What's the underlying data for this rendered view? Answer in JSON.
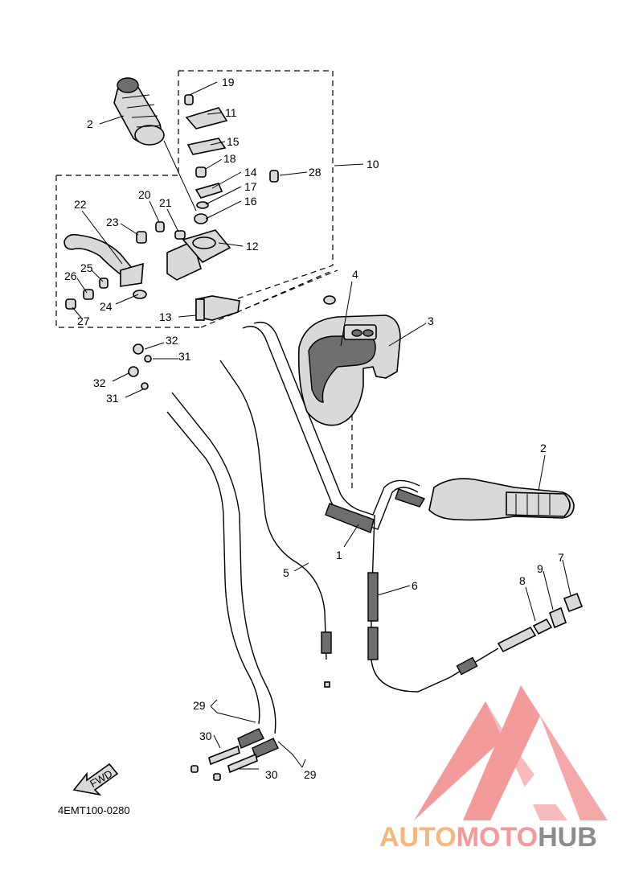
{
  "diagram": {
    "drawing_code": "4EMT100-0280",
    "fwd_label": "FWD",
    "callouts": {
      "c1": "1",
      "c2a": "2",
      "c2b": "2",
      "c3": "3",
      "c4": "4",
      "c5": "5",
      "c6": "6",
      "c7": "7",
      "c8": "8",
      "c9": "9",
      "c10": "10",
      "c11": "11",
      "c12": "12",
      "c13": "13",
      "c14": "14",
      "c15": "15",
      "c16": "16",
      "c17": "17",
      "c18": "18",
      "c19": "19",
      "c20": "20",
      "c21": "21",
      "c22": "22",
      "c23": "23",
      "c24": "24",
      "c25": "25",
      "c26": "26",
      "c27": "27",
      "c28": "28",
      "c29a": "29",
      "c29b": "29",
      "c30a": "30",
      "c30b": "30",
      "c31a": "31",
      "c31b": "31",
      "c32a": "32",
      "c32b": "32"
    }
  },
  "watermark": {
    "part1": "AUTO",
    "part2": "MOTO",
    "part3": "HUB",
    "colors": {
      "auto": "#f7b77a",
      "moto": "#f49a9a",
      "hub": "#8c8c8c",
      "logo": "#f28a8a"
    }
  }
}
